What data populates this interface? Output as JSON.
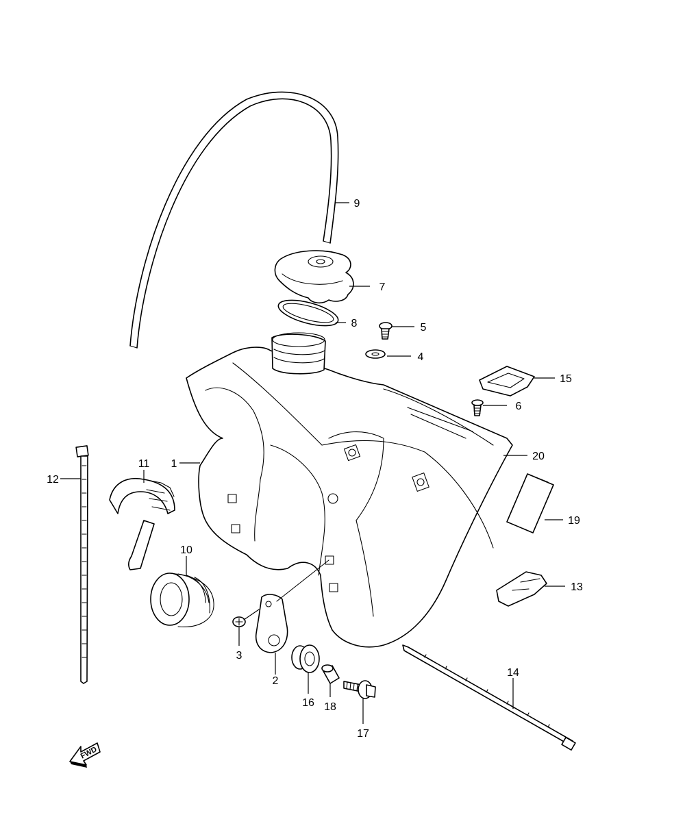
{
  "diagram": {
    "callouts": [
      "1",
      "2",
      "3",
      "4",
      "5",
      "6",
      "7",
      "8",
      "9",
      "10",
      "11",
      "12",
      "13",
      "14",
      "15",
      "16",
      "17",
      "18",
      "19",
      "20"
    ],
    "direction_label": "FWD"
  }
}
